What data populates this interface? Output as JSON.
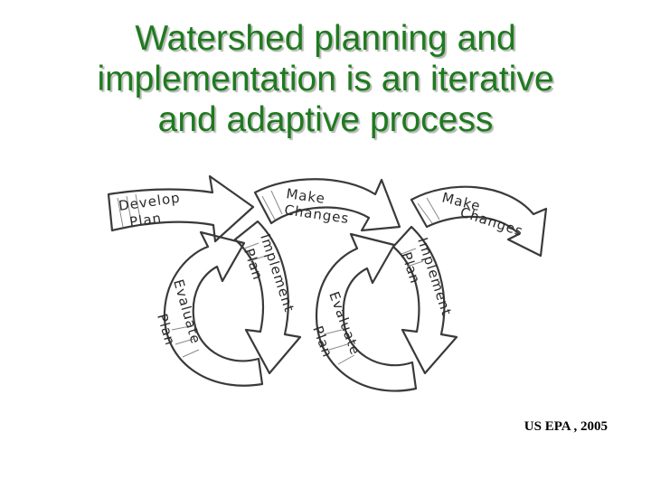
{
  "title": {
    "line1": "Watershed planning and",
    "line2": "implementation is an iterative",
    "line3": "and adaptive process"
  },
  "diagram": {
    "develop_line1": "Develop",
    "develop_line2": "Plan",
    "make1_line1": "Make",
    "make1_line2": "Changes",
    "make2_line1": "Make",
    "make2_line2": "Changes",
    "implement1_line1": "Implement",
    "implement1_line2": "Plan",
    "implement2_line1": "Implement",
    "implement2_line2": "Plan",
    "evaluate1_line1": "Evaluate",
    "evaluate1_line2": "Plan",
    "evaluate2_line1": "Evaluate",
    "evaluate2_line2": "Plan"
  },
  "citation": "US EPA , 2005"
}
